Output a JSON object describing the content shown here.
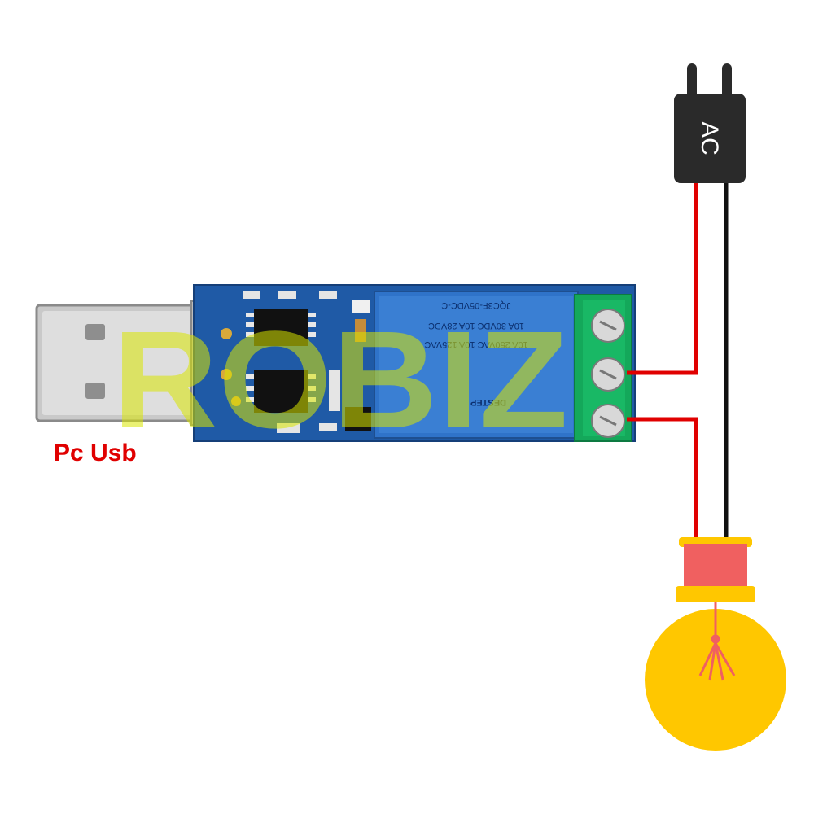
{
  "labels": {
    "usb": "Pc Usb",
    "ac": "AC",
    "watermark": "ROBIZ"
  },
  "relay_markings": {
    "model": "JQC3F-05VDC-C",
    "line1": "10A 30VDC 10A 28VDC",
    "line2": "10A 250VAC 10A 125VAC",
    "brand": "DESTEP"
  },
  "colors": {
    "pcb": "#1f5aa6",
    "relay": "#2f73c9",
    "terminal": "#14a85a",
    "wire_live": "#e00000",
    "wire_neutral": "#111111",
    "plug": "#2a2a2a",
    "bulb_glass": "#ffc700",
    "bulb_base": "#f06060",
    "label_text": "#e00000",
    "watermark": "#d8e600"
  },
  "icons": {
    "bulb": "light-bulb-icon",
    "plug": "ac-plug-icon",
    "usb": "usb-connector-icon"
  }
}
